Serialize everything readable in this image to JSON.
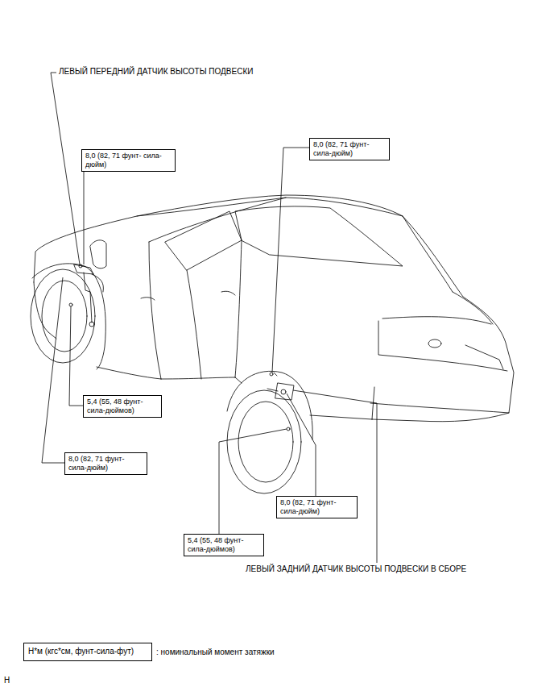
{
  "diagram": {
    "nodes": [
      {
        "text": [
          "8,0 (82, 71 фунт- сила-дюйм)"
        ]
      },
      {
        "text": [
          "8,0 (82, 71 фунт- сила-дюйм)"
        ]
      },
      {
        "text": [
          "5,4 (55, 48 фунт- сила-дюймов)"
        ]
      },
      {
        "text": [
          "8,0 (82, 71 фунт- сила-дюйм)"
        ]
      },
      {
        "text": [
          "8,0 (82, 71 фунт- сила-дюйм)"
        ]
      },
      {
        "text": [
          "5,4 (55, 48 фунт- сила-дюймов)"
        ]
      },
      {
        "text": [
          "Н*м (кгс*см, фунт-сила-фут)"
        ]
      }
    ],
    "labels": [
      "ЛЕВЫЙ ПЕРЕДНИЙ ДАТЧИК ВЫСОТЫ ПОДВЕСКИ",
      "ЛЕВЫЙ ЗАДНИЙ ДАТЧИК ВЫСОТЫ ПОДВЕСКИ В СБОРЕ",
      "H"
    ],
    "legend": [
      {
        "text": ": номинальный момент затяжки"
      }
    ]
  }
}
